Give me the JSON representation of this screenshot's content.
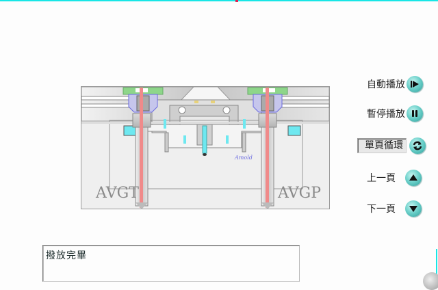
{
  "diagram": {
    "left_label": "AVGT",
    "right_label": "AVGP",
    "brand": "Amold",
    "colors": {
      "melt_channel": "#f08a8a",
      "water": "#6ee8f0",
      "seal": "#6a6ae0",
      "plate_top": "#8ed68a",
      "steel": "#c8c8c8"
    }
  },
  "controls": [
    {
      "label": "自動播放",
      "icon": "play-icon"
    },
    {
      "label": "暫停播放",
      "icon": "pause-icon"
    },
    {
      "label": "單頁循環",
      "icon": "loop-icon",
      "active": true
    },
    {
      "label": "上一頁",
      "icon": "arrow-up-icon"
    },
    {
      "label": "下一頁",
      "icon": "arrow-down-icon"
    }
  ],
  "status": {
    "text": "撥放完畢"
  }
}
